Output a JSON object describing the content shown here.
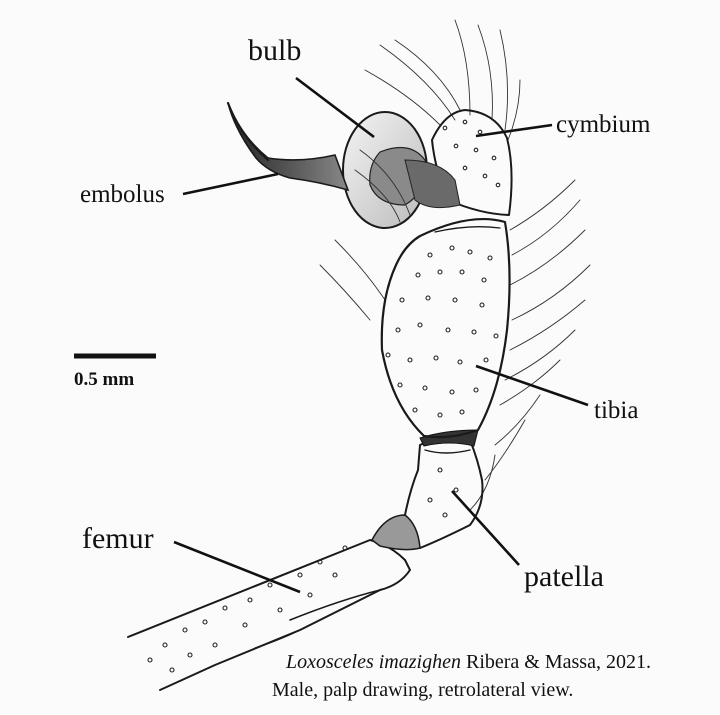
{
  "labels": {
    "bulb": "bulb",
    "cymbium": "cymbium",
    "embolus": "embolus",
    "tibia": "tibia",
    "femur": "femur",
    "patella": "patella"
  },
  "scale_bar": {
    "label": "0.5 mm"
  },
  "caption": {
    "species": "Loxosceles imazighen",
    "authority": " Ribera & Massa, 2021.",
    "line2": "Male, palp drawing, retrolateral view."
  },
  "colors": {
    "ink": "#1a1a1a",
    "background": "#fbfbfb",
    "shade": "#555555"
  }
}
